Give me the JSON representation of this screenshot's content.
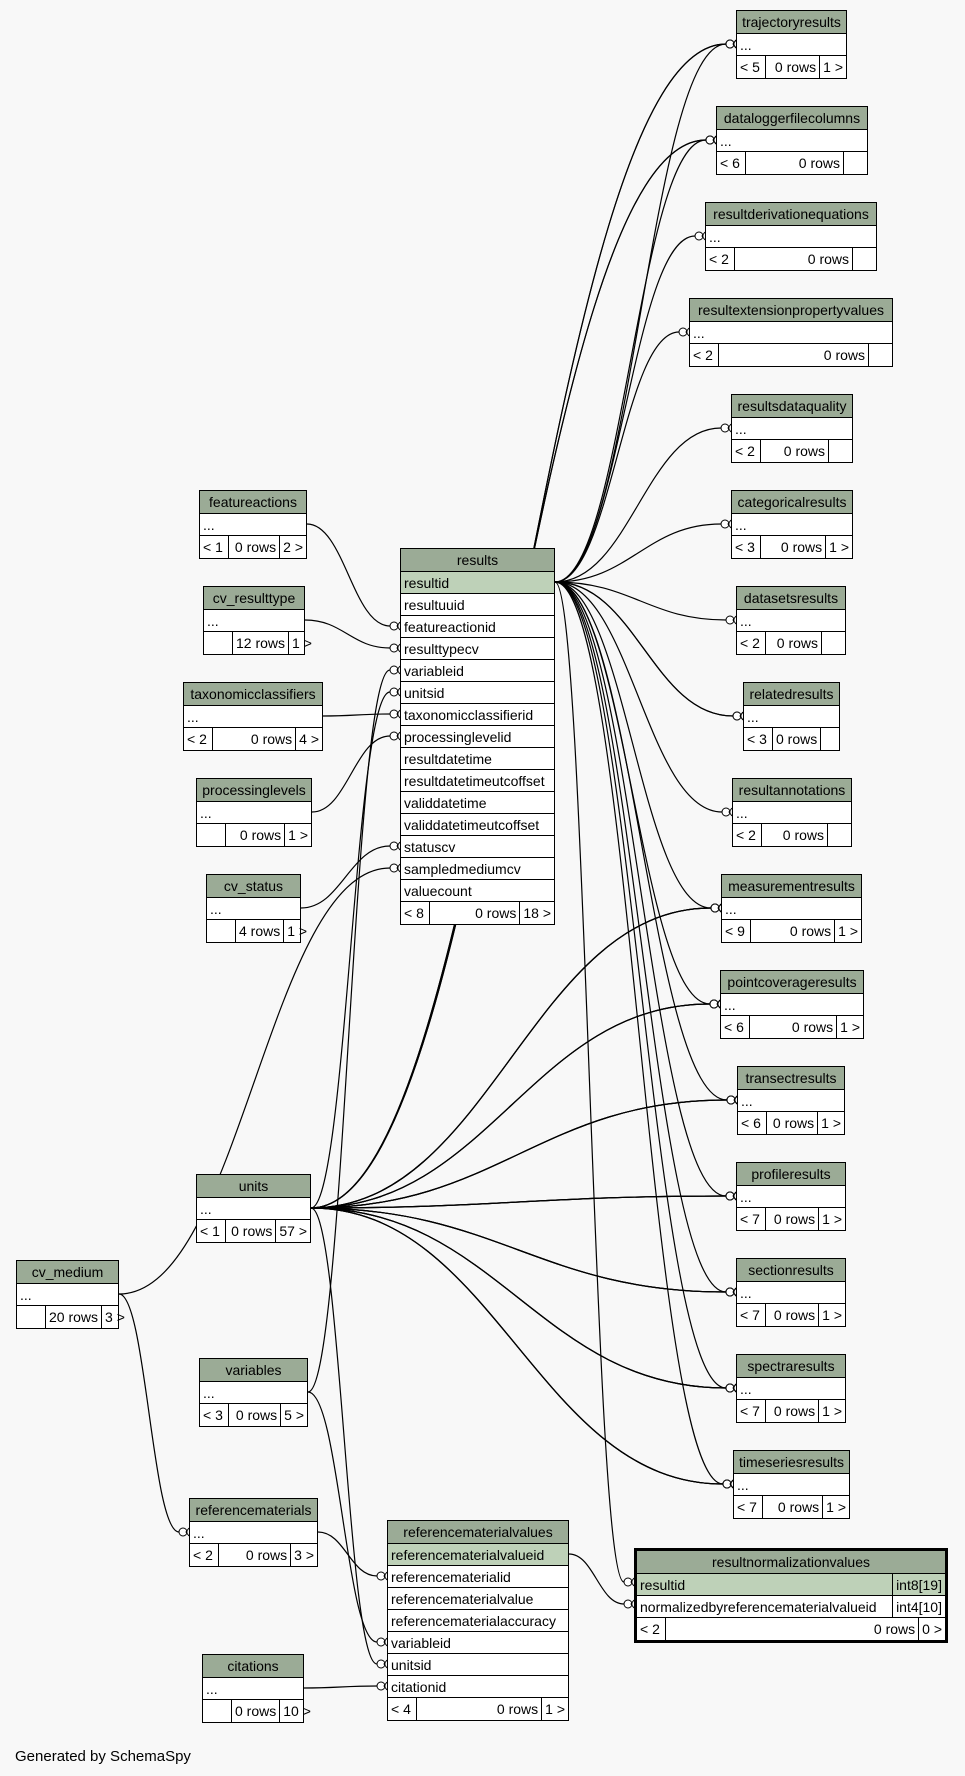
{
  "generated_by": "Generated by SchemaSpy",
  "tables": [
    {
      "id": "trajectoryresults",
      "name": "trajectoryresults",
      "rows": [
        "..."
      ],
      "footer": {
        "parents": "< 5",
        "rowcount": "0 rows",
        "children": "1 >"
      }
    },
    {
      "id": "dataloggerfilecolumns",
      "name": "dataloggerfilecolumns",
      "rows": [
        "..."
      ],
      "footer": {
        "parents": "< 6",
        "rowcount": "0 rows",
        "children": ""
      }
    },
    {
      "id": "resultderivationequations",
      "name": "resultderivationequations",
      "rows": [
        "..."
      ],
      "footer": {
        "parents": "< 2",
        "rowcount": "0 rows",
        "children": ""
      }
    },
    {
      "id": "resultextensionpropertyvalues",
      "name": "resultextensionpropertyvalues",
      "rows": [
        "..."
      ],
      "footer": {
        "parents": "< 2",
        "rowcount": "0 rows",
        "children": ""
      }
    },
    {
      "id": "resultsdataquality",
      "name": "resultsdataquality",
      "rows": [
        "..."
      ],
      "footer": {
        "parents": "< 2",
        "rowcount": "0 rows",
        "children": ""
      }
    },
    {
      "id": "categoricalresults",
      "name": "categoricalresults",
      "rows": [
        "..."
      ],
      "footer": {
        "parents": "< 3",
        "rowcount": "0 rows",
        "children": "1 >"
      }
    },
    {
      "id": "datasetsresults",
      "name": "datasetsresults",
      "rows": [
        "..."
      ],
      "footer": {
        "parents": "< 2",
        "rowcount": "0 rows",
        "children": ""
      }
    },
    {
      "id": "relatedresults",
      "name": "relatedresults",
      "rows": [
        "..."
      ],
      "footer": {
        "parents": "< 3",
        "rowcount": "0 rows",
        "children": ""
      }
    },
    {
      "id": "resultannotations",
      "name": "resultannotations",
      "rows": [
        "..."
      ],
      "footer": {
        "parents": "< 2",
        "rowcount": "0 rows",
        "children": ""
      }
    },
    {
      "id": "measurementresults",
      "name": "measurementresults",
      "rows": [
        "..."
      ],
      "footer": {
        "parents": "< 9",
        "rowcount": "0 rows",
        "children": "1 >"
      }
    },
    {
      "id": "pointcoverageresults",
      "name": "pointcoverageresults",
      "rows": [
        "..."
      ],
      "footer": {
        "parents": "< 6",
        "rowcount": "0 rows",
        "children": "1 >"
      }
    },
    {
      "id": "transectresults",
      "name": "transectresults",
      "rows": [
        "..."
      ],
      "footer": {
        "parents": "< 6",
        "rowcount": "0 rows",
        "children": "1 >"
      }
    },
    {
      "id": "profileresults",
      "name": "profileresults",
      "rows": [
        "..."
      ],
      "footer": {
        "parents": "< 7",
        "rowcount": "0 rows",
        "children": "1 >"
      }
    },
    {
      "id": "sectionresults",
      "name": "sectionresults",
      "rows": [
        "..."
      ],
      "footer": {
        "parents": "< 7",
        "rowcount": "0 rows",
        "children": "1 >"
      }
    },
    {
      "id": "spectraresults",
      "name": "spectraresults",
      "rows": [
        "..."
      ],
      "footer": {
        "parents": "< 7",
        "rowcount": "0 rows",
        "children": "1 >"
      }
    },
    {
      "id": "timeseriesresults",
      "name": "timeseriesresults",
      "rows": [
        "..."
      ],
      "footer": {
        "parents": "< 7",
        "rowcount": "0 rows",
        "children": "1 >"
      }
    },
    {
      "id": "featureactions",
      "name": "featureactions",
      "rows": [
        "..."
      ],
      "footer": {
        "parents": "< 1",
        "rowcount": "0 rows",
        "children": "2 >"
      }
    },
    {
      "id": "cv_resulttype",
      "name": "cv_resulttype",
      "rows": [
        "..."
      ],
      "footer": {
        "parents": "",
        "rowcount": "12 rows",
        "children": "1 >"
      }
    },
    {
      "id": "taxonomicclassifiers",
      "name": "taxonomicclassifiers",
      "rows": [
        "..."
      ],
      "footer": {
        "parents": "< 2",
        "rowcount": "0 rows",
        "children": "4 >"
      }
    },
    {
      "id": "processinglevels",
      "name": "processinglevels",
      "rows": [
        "..."
      ],
      "footer": {
        "parents": "",
        "rowcount": "0 rows",
        "children": "1 >"
      }
    },
    {
      "id": "cv_status",
      "name": "cv_status",
      "rows": [
        "..."
      ],
      "footer": {
        "parents": "",
        "rowcount": "4 rows",
        "children": "1 >"
      }
    },
    {
      "id": "results",
      "name": "results",
      "rows": [
        "resultid",
        "resultuuid",
        "featureactionid",
        "resulttypecv",
        "variableid",
        "unitsid",
        "taxonomicclassifierid",
        "processinglevelid",
        "resultdatetime",
        "resultdatetimeutcoffset",
        "validdatetime",
        "validdatetimeutcoffset",
        "statuscv",
        "sampledmediumcv",
        "valuecount"
      ],
      "footer": {
        "parents": "< 8",
        "rowcount": "0 rows",
        "children": "18 >"
      }
    },
    {
      "id": "units",
      "name": "units",
      "rows": [
        "..."
      ],
      "footer": {
        "parents": "< 1",
        "rowcount": "0 rows",
        "children": "57 >"
      }
    },
    {
      "id": "cv_medium",
      "name": "cv_medium",
      "rows": [
        "..."
      ],
      "footer": {
        "parents": "",
        "rowcount": "20 rows",
        "children": "3 >"
      }
    },
    {
      "id": "variables",
      "name": "variables",
      "rows": [
        "..."
      ],
      "footer": {
        "parents": "< 3",
        "rowcount": "0 rows",
        "children": "5 >"
      }
    },
    {
      "id": "referencematerials",
      "name": "referencematerials",
      "rows": [
        "..."
      ],
      "footer": {
        "parents": "< 2",
        "rowcount": "0 rows",
        "children": "3 >"
      }
    },
    {
      "id": "referencematerialvalues",
      "name": "referencematerialvalues",
      "rows": [
        "referencematerialvalueid",
        "referencematerialid",
        "referencematerialvalue",
        "referencematerialaccuracy",
        "variableid",
        "unitsid",
        "citationid"
      ],
      "footer": {
        "parents": "< 4",
        "rowcount": "0 rows",
        "children": "1 >"
      }
    },
    {
      "id": "citations",
      "name": "citations",
      "rows": [
        "..."
      ],
      "footer": {
        "parents": "",
        "rowcount": "0 rows",
        "children": "10 >"
      }
    },
    {
      "id": "resultnormalizationvalues",
      "name": "resultnormalizationvalues",
      "rows": [
        "resultid",
        "normalizedbyreferencematerialvalueid"
      ],
      "types": [
        "int8[19]",
        "int4[10]"
      ],
      "footer": {
        "parents": "< 2",
        "rowcount": "0 rows",
        "children": "0 >"
      }
    }
  ]
}
